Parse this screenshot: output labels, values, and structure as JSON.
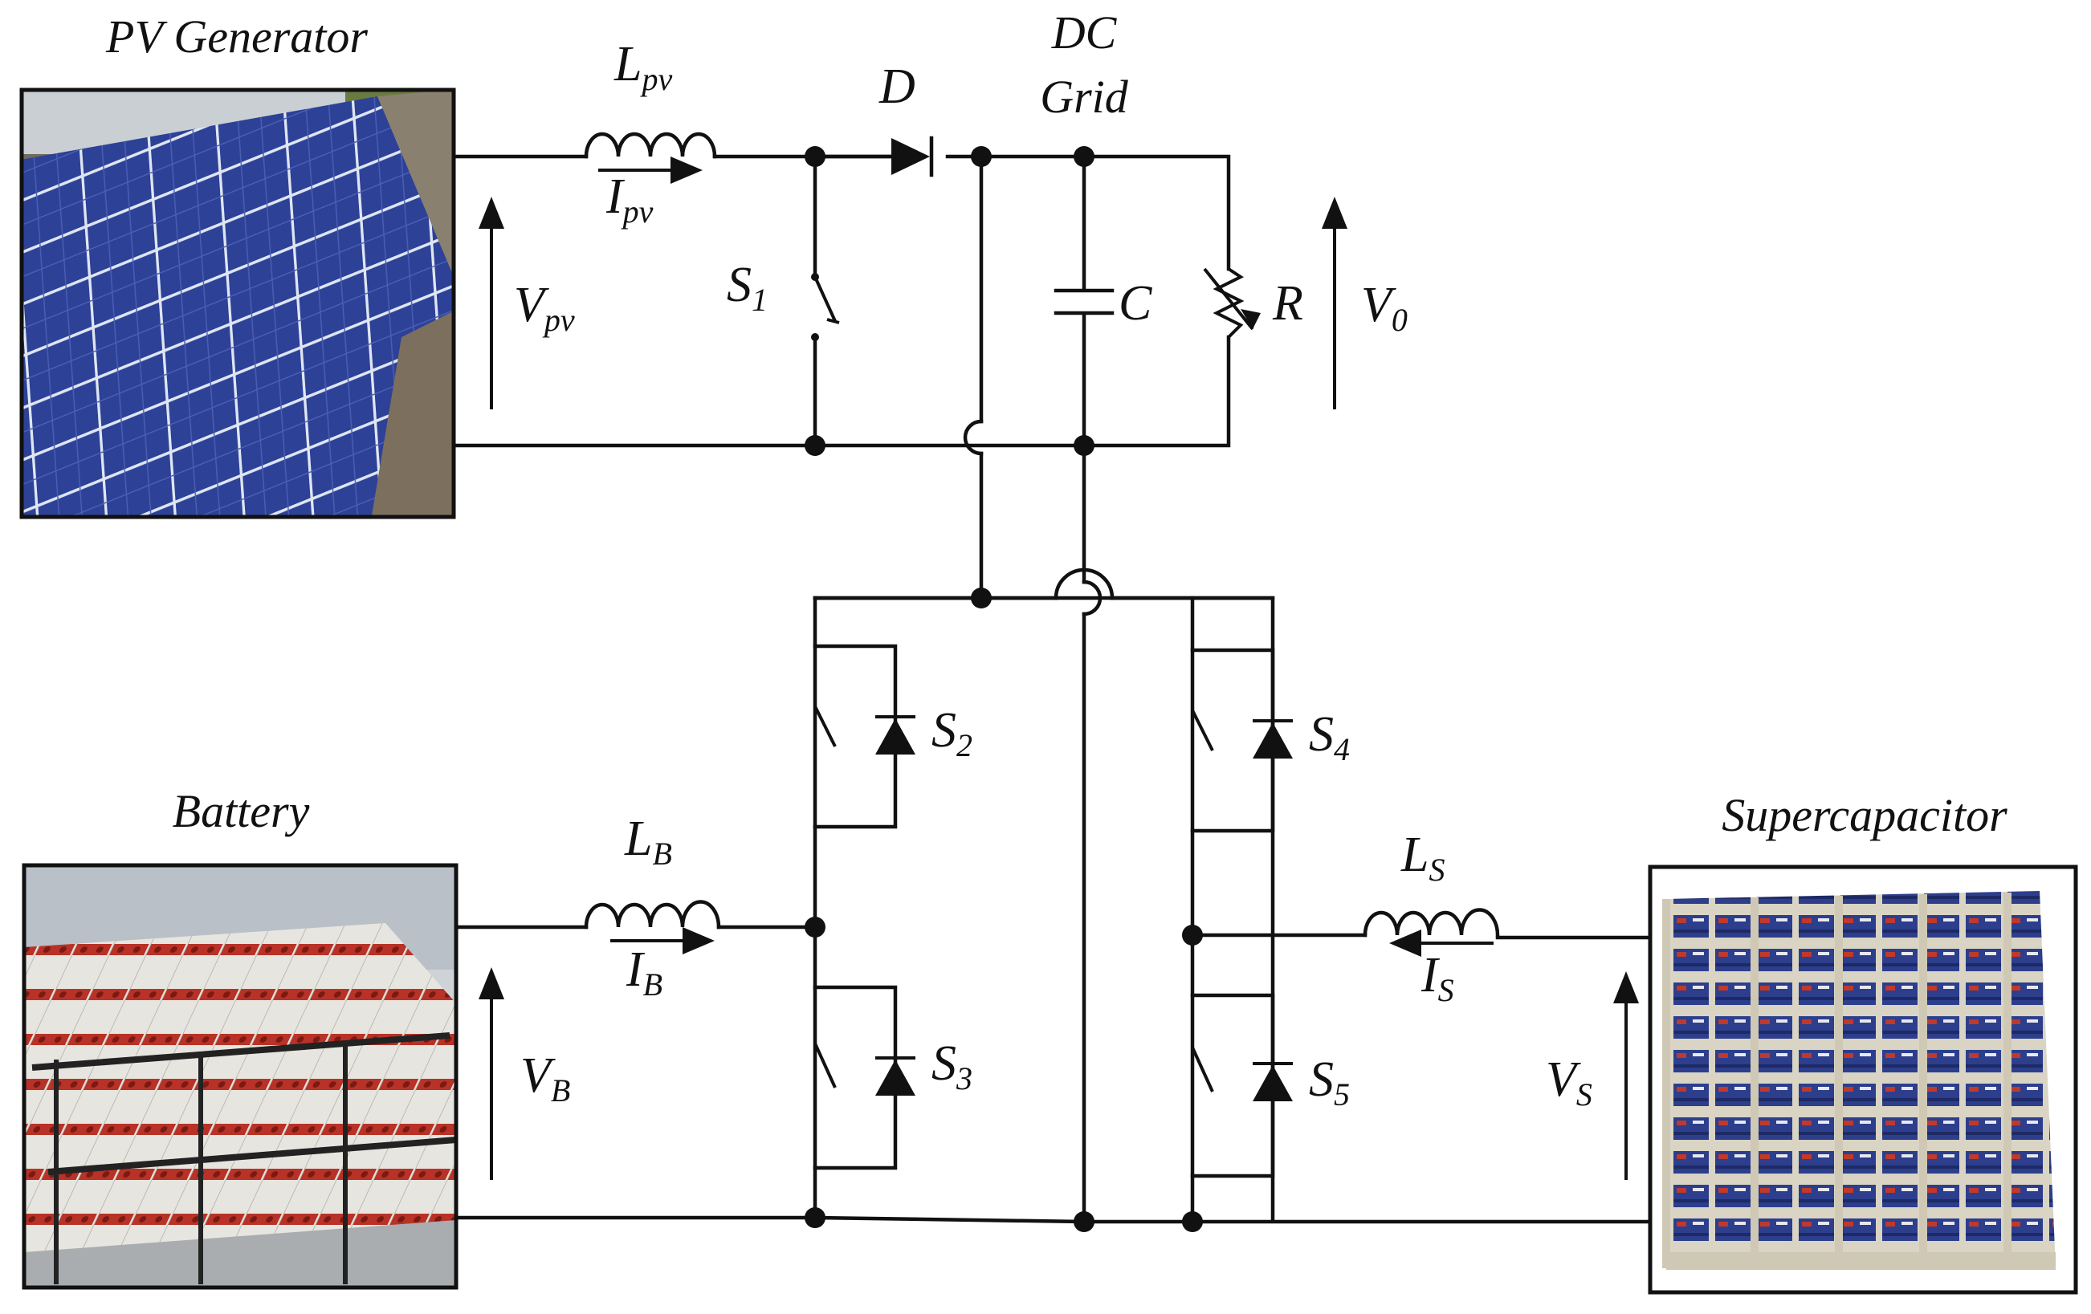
{
  "titles": {
    "pv": "PV Generator",
    "battery": "Battery",
    "supercap": "Supercapacitor",
    "dc1": "DC",
    "dc2": "Grid"
  },
  "labels": {
    "L": "L",
    "pv": "pv",
    "I": "I",
    "V": "V",
    "B": "B",
    "S_sub": "S",
    "D": "D",
    "C": "C",
    "R": "R",
    "S": "S",
    "zero": "0",
    "n1": "1",
    "n2": "2",
    "n3": "3",
    "n4": "4",
    "n5": "5"
  },
  "colors": {
    "wire": "#111111",
    "solar_panel": "#2b3f8f",
    "battery_body": "#e9e7e2",
    "battery_top": "#c0392b",
    "supercap_cell": "#2c3e8c"
  },
  "icons": {
    "pv_image": "solar-panel-photo",
    "battery_image": "battery-bank-photo",
    "supercap_image": "supercapacitor-rack-photo"
  }
}
